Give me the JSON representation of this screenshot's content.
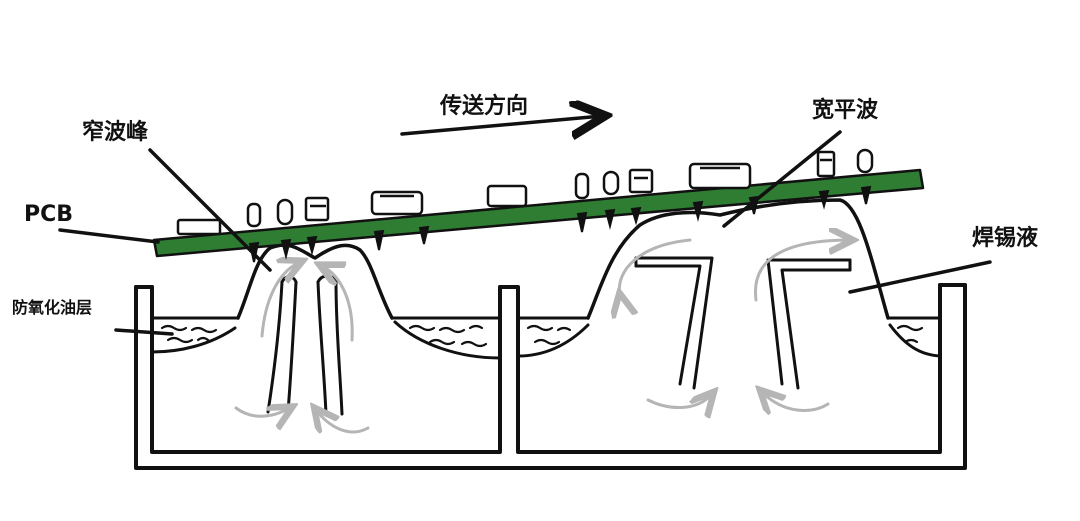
{
  "labels": {
    "direction": "传送方向",
    "narrow_wave": "窄波峰",
    "wide_wave": "宽平波",
    "pcb": "PCB",
    "solder_liquid": "焊锡液",
    "oxidation_oil": "防氧化油层"
  },
  "colors": {
    "pcb_green": "#2e7d32",
    "ink": "#111111",
    "flow_arrow": "#b5b5b5",
    "background": "#ffffff"
  }
}
